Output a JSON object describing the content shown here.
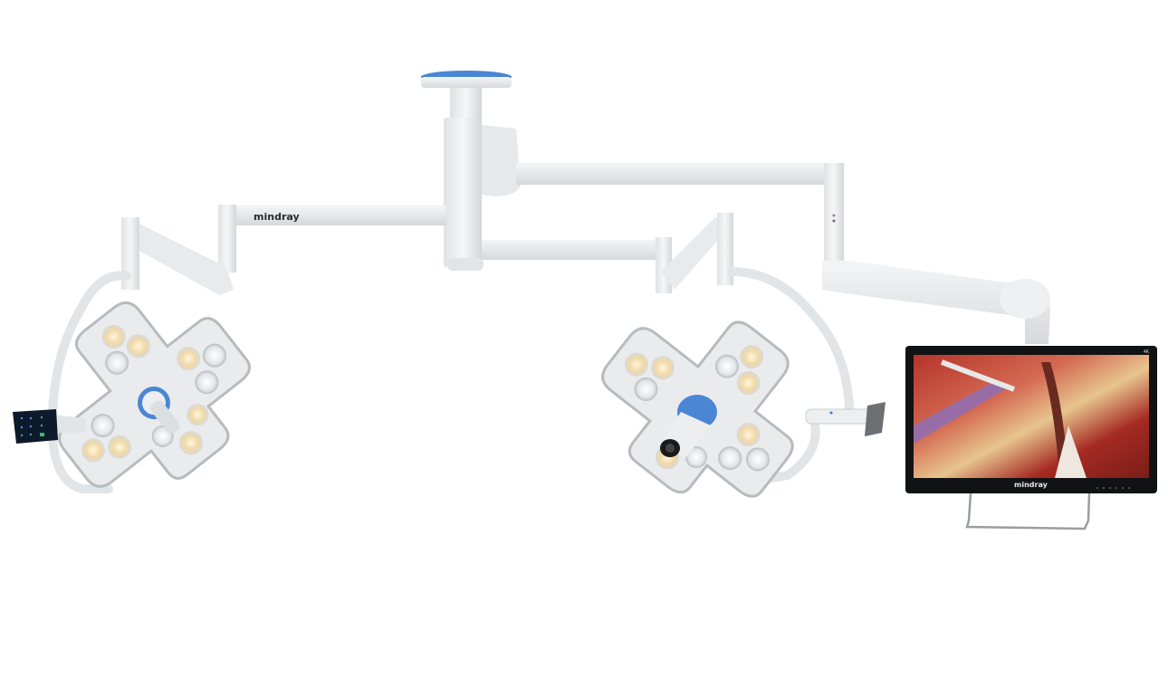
{
  "scene": {
    "description": "Ceiling-mounted surgical light system with two LED lamp heads, a control touch panel and a surgical display monitor",
    "background_color": "#ffffff"
  },
  "branding": {
    "arm_logo": "mindray",
    "monitor_logo": "mindray",
    "monitor_badge": "4K"
  },
  "colors": {
    "arm_white": "#eceeef",
    "arm_shadow": "#c9cdd1",
    "accent_blue": "#4a86d4",
    "monitor_bezel": "#111214",
    "panel_dark": "#0d1a2b",
    "led_warm": "#f3dcaa"
  },
  "components": {
    "ceiling_mount": "ceiling-mount",
    "left_lamp": "left-lamp-head",
    "center_lamp": "center-lamp-head",
    "control_panel": "touch-control-panel",
    "monitor": "surgical-monitor",
    "monitor_stand": "monitor-stand"
  }
}
